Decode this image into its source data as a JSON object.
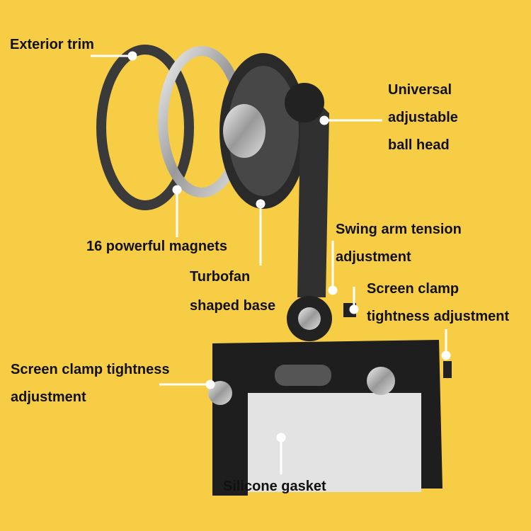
{
  "labels": {
    "exterior_trim": "Exterior trim",
    "ball_head": [
      "Universal",
      "adjustable",
      "ball head"
    ],
    "magnets": "16 powerful magnets",
    "turbofan": [
      "Turbofan",
      "shaped base"
    ],
    "swing_arm": [
      "Swing arm tension",
      "adjustment"
    ],
    "screen_clamp_right": [
      "Screen clamp",
      "tightness adjustment"
    ],
    "screen_clamp_left": [
      "Screen clamp tightness",
      "adjustment"
    ],
    "gasket": "Silicone gasket"
  },
  "colors": {
    "background": "#F7CD45",
    "leader": "#FFFFFF",
    "text": "#111111"
  }
}
